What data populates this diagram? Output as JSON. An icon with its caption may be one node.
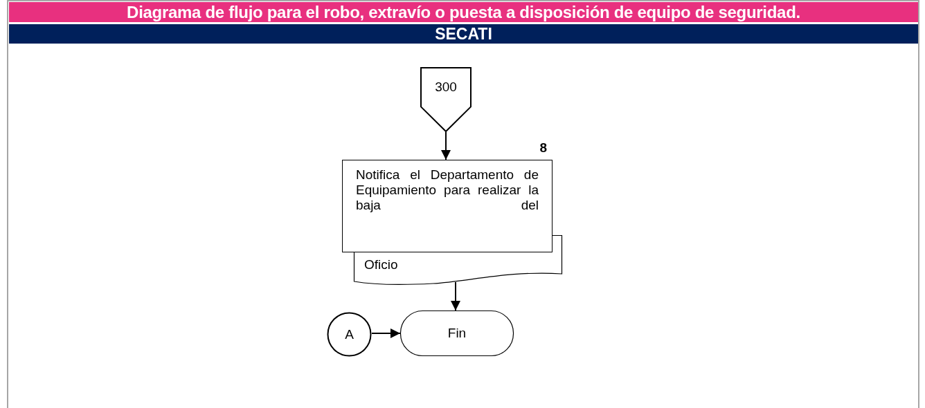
{
  "diagram": {
    "title": "Diagrama de flujo para el robo, extravío o puesta a disposición de equipo de seguridad.",
    "nodes": [
      {
        "text": [
          "300"
        ]
      },
      {
        "text": [
          "Notifica el Departamento de Equipamiento para realizar la baja del"
        ],
        "beside": [
          "8"
        ]
      },
      {
        "text": [
          "Oficio"
        ]
      },
      {
        "text": [
          "A"
        ]
      },
      {
        "text": [
          "Fin"
        ]
      }
    ],
    "edges": [
      {
        "from": 0,
        "to": 1,
        "arrow": "to"
      },
      {
        "from": 2,
        "to": 4,
        "arrow": "to"
      },
      {
        "from": 3,
        "to": 4,
        "arrow": "to"
      }
    ],
    "labels": [
      "SECATI"
    ]
  }
}
